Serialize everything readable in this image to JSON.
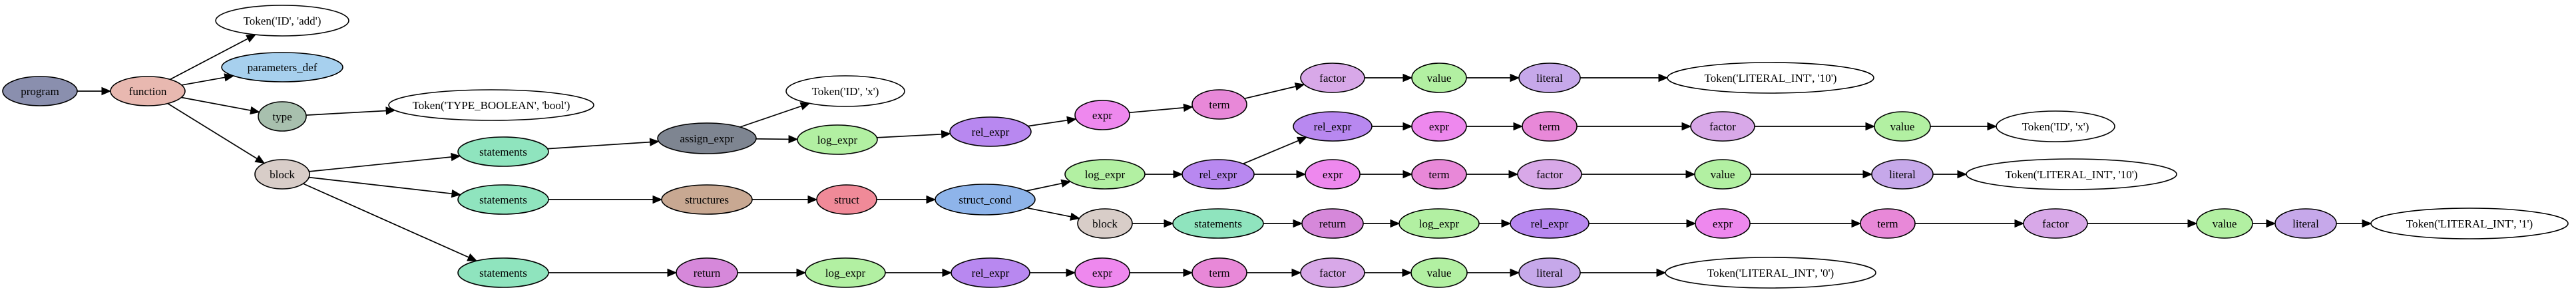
{
  "colors": {
    "program": "#8a8fae",
    "function": "#e8b8b0",
    "parameters_def": "#a7d0ee",
    "type": "#a8c0ae",
    "block": "#d8cdc8",
    "statements": "#8fe4be",
    "assign_expr": "#7e8591",
    "structures": "#c8a892",
    "struct": "#f08a98",
    "struct_cond": "#8eb4ea",
    "return": "#d688da",
    "log_expr": "#b2f0a2",
    "rel_expr": "#b888f0",
    "expr": "#ee88ee",
    "term": "#e888d8",
    "factor": "#d8a8e8",
    "value": "#b2f0a2",
    "literal": "#c6a8ea",
    "token": "#ffffff"
  },
  "nodes": [
    {
      "id": "program",
      "label": "program",
      "kind": "program"
    },
    {
      "id": "function",
      "label": "function",
      "kind": "function"
    },
    {
      "id": "tok_add",
      "label": "Token('ID', 'add')",
      "kind": "token"
    },
    {
      "id": "params",
      "label": "parameters_def",
      "kind": "parameters_def"
    },
    {
      "id": "type",
      "label": "type",
      "kind": "type"
    },
    {
      "id": "tok_bool",
      "label": "Token('TYPE_BOOLEAN', 'bool')",
      "kind": "token"
    },
    {
      "id": "block1",
      "label": "block",
      "kind": "block"
    },
    {
      "id": "st1",
      "label": "statements",
      "kind": "statements"
    },
    {
      "id": "assign",
      "label": "assign_expr",
      "kind": "assign_expr"
    },
    {
      "id": "tok_x1",
      "label": "Token('ID', 'x')",
      "kind": "token"
    },
    {
      "id": "le1",
      "label": "log_expr",
      "kind": "log_expr"
    },
    {
      "id": "re1",
      "label": "rel_expr",
      "kind": "rel_expr"
    },
    {
      "id": "ex1",
      "label": "expr",
      "kind": "expr"
    },
    {
      "id": "te1",
      "label": "term",
      "kind": "term"
    },
    {
      "id": "fa1",
      "label": "factor",
      "kind": "factor"
    },
    {
      "id": "va1",
      "label": "value",
      "kind": "value"
    },
    {
      "id": "li1",
      "label": "literal",
      "kind": "literal"
    },
    {
      "id": "tok_10a",
      "label": "Token('LITERAL_INT', '10')",
      "kind": "token"
    },
    {
      "id": "st2",
      "label": "statements",
      "kind": "statements"
    },
    {
      "id": "structures",
      "label": "structures",
      "kind": "structures"
    },
    {
      "id": "struct",
      "label": "struct",
      "kind": "struct"
    },
    {
      "id": "scond",
      "label": "struct_cond",
      "kind": "struct_cond"
    },
    {
      "id": "le2",
      "label": "log_expr",
      "kind": "log_expr"
    },
    {
      "id": "re2",
      "label": "rel_expr",
      "kind": "rel_expr"
    },
    {
      "id": "re3",
      "label": "rel_expr",
      "kind": "rel_expr"
    },
    {
      "id": "ex3",
      "label": "expr",
      "kind": "expr"
    },
    {
      "id": "te3",
      "label": "term",
      "kind": "term"
    },
    {
      "id": "fa3",
      "label": "factor",
      "kind": "factor"
    },
    {
      "id": "va3",
      "label": "value",
      "kind": "value"
    },
    {
      "id": "tok_x2",
      "label": "Token('ID', 'x')",
      "kind": "token"
    },
    {
      "id": "ex2",
      "label": "expr",
      "kind": "expr"
    },
    {
      "id": "te2",
      "label": "term",
      "kind": "term"
    },
    {
      "id": "fa2",
      "label": "factor",
      "kind": "factor"
    },
    {
      "id": "va2",
      "label": "value",
      "kind": "value"
    },
    {
      "id": "li2",
      "label": "literal",
      "kind": "literal"
    },
    {
      "id": "tok_10b",
      "label": "Token('LITERAL_INT', '10')",
      "kind": "token"
    },
    {
      "id": "block2",
      "label": "block",
      "kind": "block"
    },
    {
      "id": "st4",
      "label": "statements",
      "kind": "statements"
    },
    {
      "id": "ret1",
      "label": "return",
      "kind": "return"
    },
    {
      "id": "le4",
      "label": "log_expr",
      "kind": "log_expr"
    },
    {
      "id": "re4",
      "label": "rel_expr",
      "kind": "rel_expr"
    },
    {
      "id": "ex4",
      "label": "expr",
      "kind": "expr"
    },
    {
      "id": "te4",
      "label": "term",
      "kind": "term"
    },
    {
      "id": "fa4",
      "label": "factor",
      "kind": "factor"
    },
    {
      "id": "va4",
      "label": "value",
      "kind": "value"
    },
    {
      "id": "li4",
      "label": "literal",
      "kind": "literal"
    },
    {
      "id": "tok_1",
      "label": "Token('LITERAL_INT', '1')",
      "kind": "token"
    },
    {
      "id": "st3",
      "label": "statements",
      "kind": "statements"
    },
    {
      "id": "ret2",
      "label": "return",
      "kind": "return"
    },
    {
      "id": "le5",
      "label": "log_expr",
      "kind": "log_expr"
    },
    {
      "id": "re5",
      "label": "rel_expr",
      "kind": "rel_expr"
    },
    {
      "id": "ex5",
      "label": "expr",
      "kind": "expr"
    },
    {
      "id": "te5",
      "label": "term",
      "kind": "term"
    },
    {
      "id": "fa5",
      "label": "factor",
      "kind": "factor"
    },
    {
      "id": "va5",
      "label": "value",
      "kind": "value"
    },
    {
      "id": "li5",
      "label": "literal",
      "kind": "literal"
    },
    {
      "id": "tok_0",
      "label": "Token('LITERAL_INT', '0')",
      "kind": "token"
    }
  ],
  "edges": [
    [
      "program",
      "function"
    ],
    [
      "function",
      "tok_add"
    ],
    [
      "function",
      "params"
    ],
    [
      "function",
      "type"
    ],
    [
      "function",
      "block1"
    ],
    [
      "type",
      "tok_bool"
    ],
    [
      "block1",
      "st1"
    ],
    [
      "block1",
      "st2"
    ],
    [
      "block1",
      "st3"
    ],
    [
      "st1",
      "assign"
    ],
    [
      "assign",
      "tok_x1"
    ],
    [
      "assign",
      "le1"
    ],
    [
      "le1",
      "re1"
    ],
    [
      "re1",
      "ex1"
    ],
    [
      "ex1",
      "te1"
    ],
    [
      "te1",
      "fa1"
    ],
    [
      "fa1",
      "va1"
    ],
    [
      "va1",
      "li1"
    ],
    [
      "li1",
      "tok_10a"
    ],
    [
      "st2",
      "structures"
    ],
    [
      "structures",
      "struct"
    ],
    [
      "struct",
      "scond"
    ],
    [
      "scond",
      "le2"
    ],
    [
      "scond",
      "block2"
    ],
    [
      "le2",
      "re2"
    ],
    [
      "re2",
      "re3"
    ],
    [
      "re2",
      "ex2"
    ],
    [
      "re3",
      "ex3"
    ],
    [
      "ex3",
      "te3"
    ],
    [
      "te3",
      "fa3"
    ],
    [
      "fa3",
      "va3"
    ],
    [
      "va3",
      "tok_x2"
    ],
    [
      "ex2",
      "te2"
    ],
    [
      "te2",
      "fa2"
    ],
    [
      "fa2",
      "va2"
    ],
    [
      "va2",
      "li2"
    ],
    [
      "li2",
      "tok_10b"
    ],
    [
      "block2",
      "st4"
    ],
    [
      "st4",
      "ret1"
    ],
    [
      "ret1",
      "le4"
    ],
    [
      "le4",
      "re4"
    ],
    [
      "re4",
      "ex4"
    ],
    [
      "ex4",
      "te4"
    ],
    [
      "te4",
      "fa4"
    ],
    [
      "fa4",
      "va4"
    ],
    [
      "va4",
      "li4"
    ],
    [
      "li4",
      "tok_1"
    ],
    [
      "st3",
      "ret2"
    ],
    [
      "ret2",
      "le5"
    ],
    [
      "le5",
      "re5"
    ],
    [
      "re5",
      "ex5"
    ],
    [
      "ex5",
      "te5"
    ],
    [
      "te5",
      "fa5"
    ],
    [
      "fa5",
      "va5"
    ],
    [
      "va5",
      "li5"
    ],
    [
      "li5",
      "tok_0"
    ]
  ]
}
